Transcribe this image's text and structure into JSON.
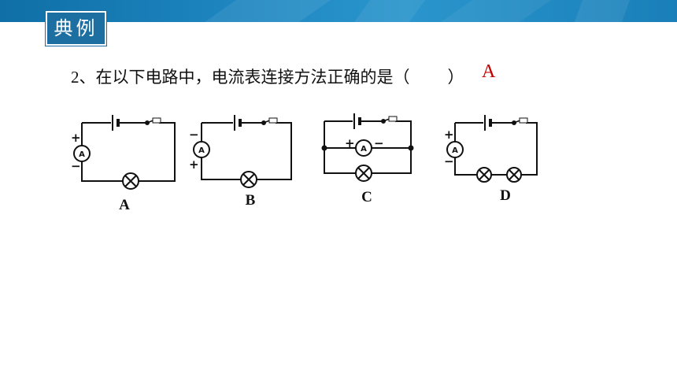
{
  "header": {
    "tag": "典例"
  },
  "question": {
    "number": "2",
    "text": "、在以下电路中，电流表连接方法正确的是（",
    "close": "）",
    "answer": "A"
  },
  "circuits": [
    {
      "label": "A",
      "plus": "+",
      "minus": "−",
      "meter": "A"
    },
    {
      "label": "B",
      "plus": "+",
      "minus": "−",
      "meter": "A"
    },
    {
      "label": "C",
      "plus": "+",
      "minus": "−",
      "meter": "A"
    },
    {
      "label": "D",
      "plus": "+",
      "minus": "−",
      "meter": "A"
    }
  ],
  "colors": {
    "banner": "#1e86c0",
    "answer": "#c00000"
  }
}
